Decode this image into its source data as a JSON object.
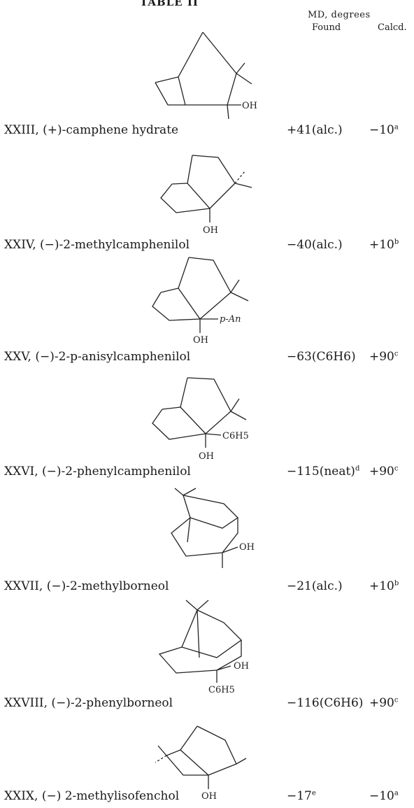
{
  "table": {
    "caption": "TABLE II",
    "header": {
      "main": "MD, degrees",
      "found": "Found",
      "calcd": "Calcd."
    },
    "rows": [
      {
        "name": "XXIII, (+)-camphene hydrate",
        "found": "+41(alc.)",
        "found_sup": "",
        "calc": "−10",
        "calc_sup": "a"
      },
      {
        "name": "XXIV, (−)-2-methylcamphenilol",
        "found": "−40(alc.)",
        "found_sup": "",
        "calc": "+10",
        "calc_sup": "b"
      },
      {
        "name": "XXV, (−)-2-p-anisylcamphenilol",
        "found": "−63(C6H6)",
        "found_sup": "",
        "calc": "+90",
        "calc_sup": "c"
      },
      {
        "name": "XXVI, (−)-2-phenylcamphenilol",
        "found": "−115(neat)",
        "found_sup": "d",
        "calc": "+90",
        "calc_sup": "c"
      },
      {
        "name": "XXVII, (−)-2-methylborneol",
        "found": "−21(alc.)",
        "found_sup": "",
        "calc": "+10",
        "calc_sup": "b"
      },
      {
        "name": "XXVIII, (−)-2-phenylborneol",
        "found": "−116(C6H6)",
        "found_sup": "",
        "calc": "+90",
        "calc_sup": "c"
      },
      {
        "name": "XXIX, (−) 2-methylisofenchol",
        "found": "−17",
        "found_sup": "e",
        "calc": "−10",
        "calc_sup": "a"
      }
    ],
    "structure_labels": {
      "oh": "OH",
      "p_an": "p-An",
      "c6h5": "C6H5"
    }
  }
}
